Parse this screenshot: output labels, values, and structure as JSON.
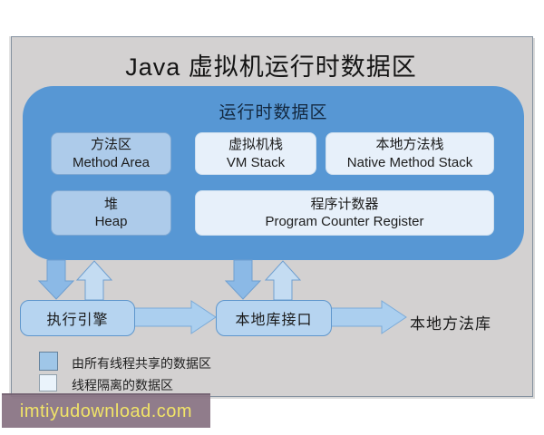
{
  "page": {
    "watermark": "imtiyudownload.com"
  },
  "diagram": {
    "title": "Java 虚拟机运行时数据区",
    "runtime_area": {
      "label": "运行时数据区",
      "boxes": [
        {
          "zh": "方法区",
          "en": "Method Area",
          "type": "shared"
        },
        {
          "zh": "虚拟机栈",
          "en": "VM Stack",
          "type": "isolated"
        },
        {
          "zh": "本地方法栈",
          "en": "Native Method Stack",
          "type": "isolated"
        },
        {
          "zh": "堆",
          "en": "Heap",
          "type": "shared"
        },
        {
          "zh": "程序计数器",
          "en": "Program Counter Register",
          "type": "isolated"
        }
      ]
    },
    "flow": {
      "execution_engine": "执行引擎",
      "native_interface": "本地库接口",
      "native_library": "本地方法库"
    },
    "legend": [
      {
        "label": "由所有线程共享的数据区",
        "swatch_color": "#9fc6e8"
      },
      {
        "label": "线程隔离的数据区",
        "swatch_color": "#eaf3fb"
      }
    ],
    "colors": {
      "panel_background": "#d3d1d1",
      "runtime_container": "#5797d4",
      "shared_box": "#adcbea",
      "isolated_box": "#e7f0fa",
      "flow_box": "#b6d4f0",
      "arrow_down": "#8bb9e6",
      "arrow_up": "#c4dcf2",
      "arrow_horizontal": "#abcfef",
      "watermark_bar": "#8a7585",
      "watermark_text": "#f1e468"
    }
  }
}
